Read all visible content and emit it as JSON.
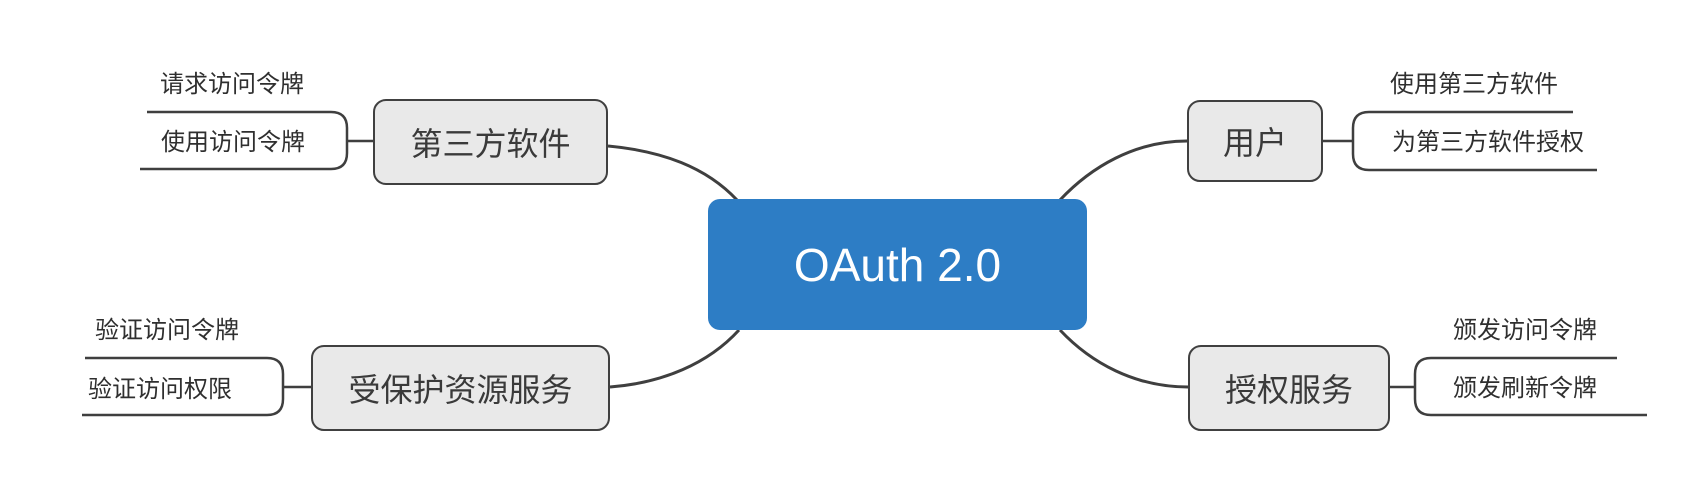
{
  "map": {
    "root": {
      "label": "OAuth 2.0"
    },
    "branches": [
      {
        "position": "top-left",
        "label": "第三方软件",
        "children": [
          "请求访问令牌",
          "使用访问令牌"
        ]
      },
      {
        "position": "top-right",
        "label": "用户",
        "children": [
          "使用第三方软件",
          "为第三方软件授权"
        ]
      },
      {
        "position": "bottom-left",
        "label": "受保护资源服务",
        "children": [
          "验证访问令牌",
          "验证访问权限"
        ]
      },
      {
        "position": "bottom-right",
        "label": "授权服务",
        "children": [
          "颁发访问令牌",
          "颁发刷新令牌"
        ]
      }
    ],
    "colors": {
      "root_fill": "#2d7dc5",
      "root_text": "#ffffff",
      "branch_fill": "#e9e9e9",
      "branch_border": "#404040",
      "connector_line": "#3f3f3f",
      "leaf_text": "#2f2f2f",
      "canvas_background": "#ffffff"
    }
  }
}
